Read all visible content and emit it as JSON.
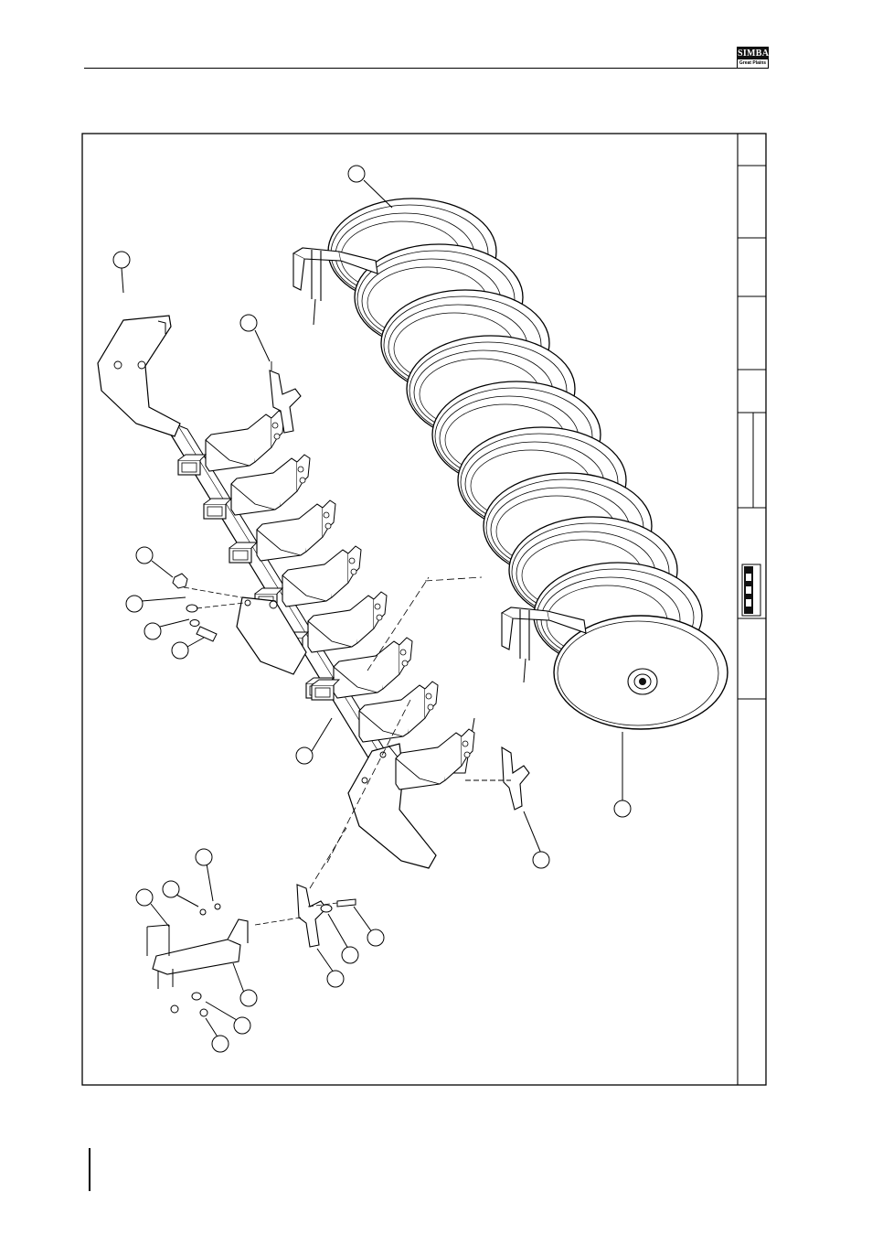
{
  "header": {
    "logo": {
      "brand": "SIMBA",
      "sub_brand": "Great Plains"
    }
  },
  "colors": {
    "line": "#000000",
    "paper": "#ffffff"
  },
  "drawing": {
    "type": "exploded-parts-diagram",
    "callouts": [
      {
        "id": "callout-disc-assembly",
        "label": ""
      },
      {
        "id": "callout-bolt-top",
        "label": ""
      },
      {
        "id": "callout-scraper-top",
        "label": ""
      },
      {
        "id": "callout-nut",
        "label": ""
      },
      {
        "id": "callout-washer",
        "label": ""
      },
      {
        "id": "callout-spring-washer",
        "label": ""
      },
      {
        "id": "callout-pivot-bolt",
        "label": ""
      },
      {
        "id": "callout-frame-beam",
        "label": ""
      },
      {
        "id": "callout-bearing-end",
        "label": ""
      },
      {
        "id": "callout-scraper-right",
        "label": ""
      },
      {
        "id": "callout-pin",
        "label": ""
      },
      {
        "id": "callout-u-bolt",
        "label": ""
      },
      {
        "id": "callout-lock-nut",
        "label": ""
      },
      {
        "id": "callout-bracket",
        "label": ""
      },
      {
        "id": "callout-flat-washer",
        "label": ""
      },
      {
        "id": "callout-hex-nut",
        "label": ""
      },
      {
        "id": "callout-blade-washer",
        "label": ""
      },
      {
        "id": "callout-blade-bolt",
        "label": ""
      },
      {
        "id": "callout-blade-spring",
        "label": ""
      }
    ]
  }
}
